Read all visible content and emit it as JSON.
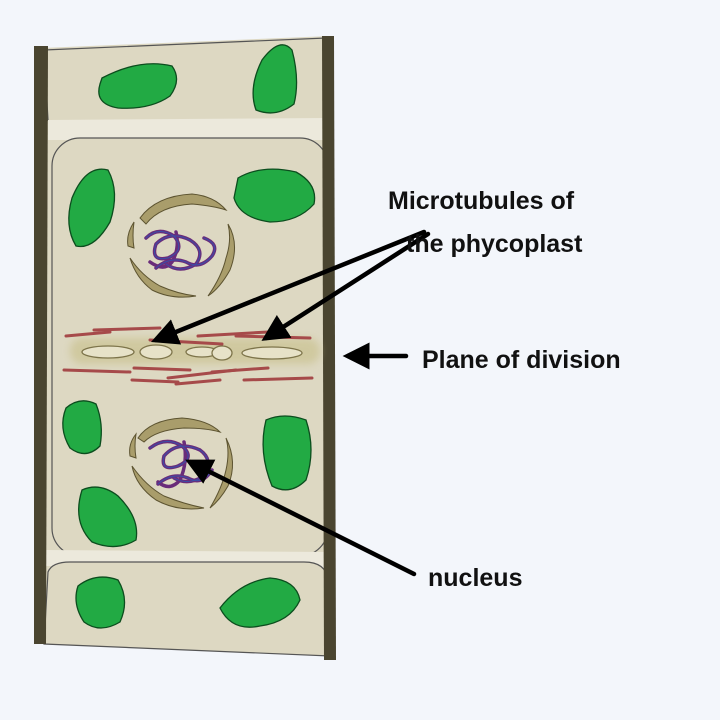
{
  "labels": {
    "microtubules_line1": "Microtubules of",
    "microtubules_line2": "the phycoplast",
    "plane_of_division": "Plane of division",
    "nucleus": "nucleus"
  },
  "colors": {
    "background": "#f3f6fb",
    "cytoplasm": "#ddd8c2",
    "cell_wall": "#4a4530",
    "chloroplast": "#22aa44",
    "nuclear_envelope": "#a99d6b",
    "chromatin": "#6a2c7a",
    "microtubule": "#a64a4a",
    "phycoplast_glow": "#c9c18d",
    "arrow": "#000000"
  }
}
